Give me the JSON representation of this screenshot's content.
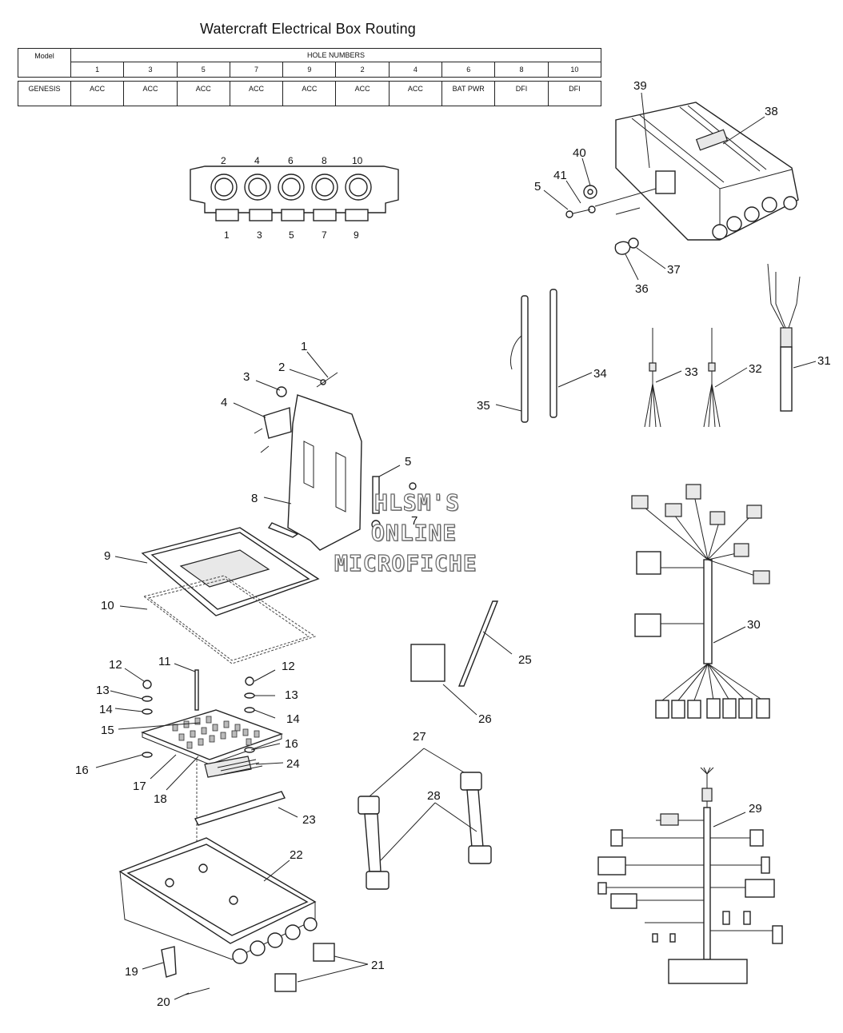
{
  "title": "Watercraft Electrical Box Routing",
  "table": {
    "model_header": "Model",
    "hole_numbers_header": "HOLE NUMBERS",
    "holes": [
      "1",
      "3",
      "5",
      "7",
      "9",
      "2",
      "4",
      "6",
      "8",
      "10"
    ],
    "row": {
      "model": "GENESIS",
      "values": [
        "ACC",
        "ACC",
        "ACC",
        "ACC",
        "ACC",
        "ACC",
        "ACC",
        "BAT PWR",
        "DFI",
        "DFI"
      ]
    }
  },
  "hole_diagram": {
    "top_labels": [
      "2",
      "4",
      "6",
      "8",
      "10"
    ],
    "bottom_labels": [
      "1",
      "3",
      "5",
      "7",
      "9"
    ]
  },
  "callouts": [
    "1",
    "2",
    "3",
    "4",
    "5",
    "5",
    "7",
    "8",
    "9",
    "10",
    "11",
    "12",
    "12",
    "13",
    "13",
    "14",
    "14",
    "15",
    "16",
    "16",
    "17",
    "18",
    "19",
    "20",
    "21",
    "22",
    "23",
    "24",
    "25",
    "26",
    "27",
    "28",
    "29",
    "30",
    "31",
    "32",
    "33",
    "34",
    "35",
    "36",
    "37",
    "38",
    "39",
    "40",
    "41"
  ],
  "watermark": [
    "HLSM'S",
    "ONLINE",
    "MICROFICHE"
  ]
}
